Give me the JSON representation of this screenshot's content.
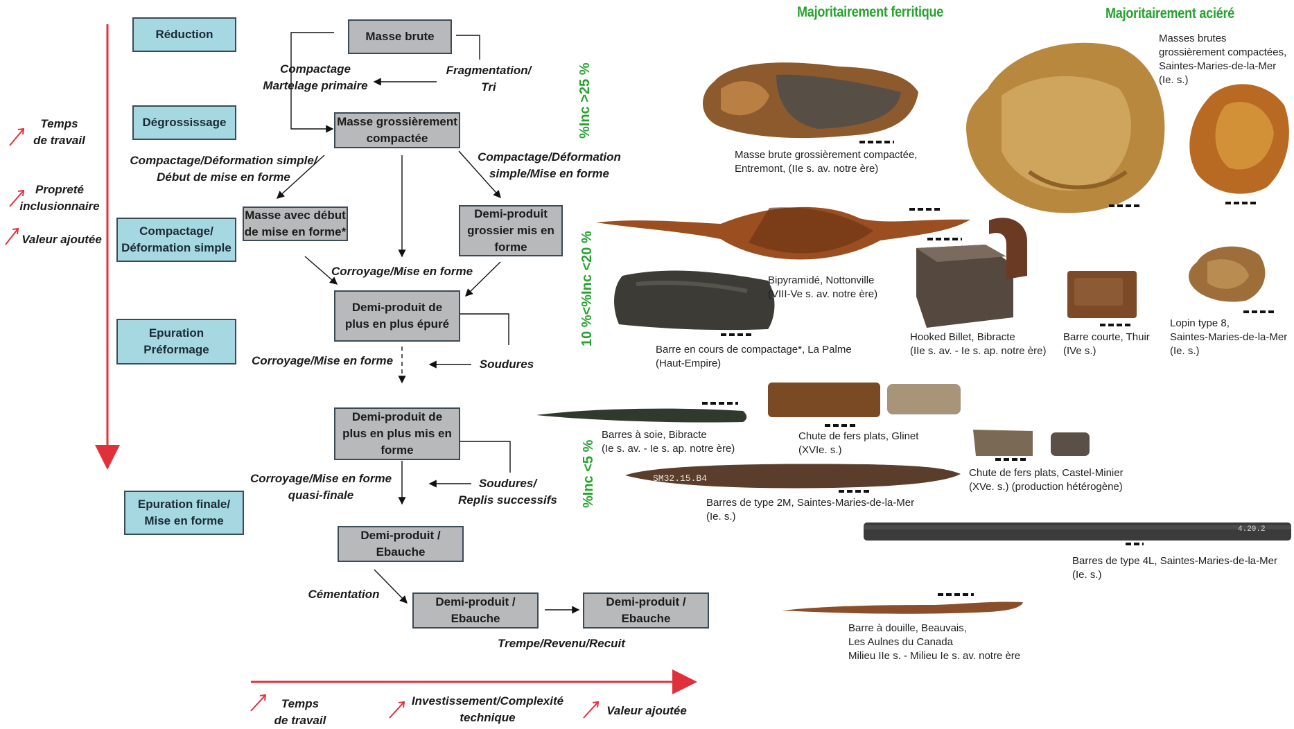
{
  "stages": {
    "reduction": "Réduction",
    "degrossissage": "Dégrossissage",
    "compactage": "Compactage/\nDéformation simple",
    "epuration": "Epuration\nPréformage",
    "epuration_finale": "Epuration finale/\nMise en forme"
  },
  "products": {
    "masse_brute": "Masse brute",
    "masse_grossierement": "Masse grossièrement\ncompactée",
    "masse_debut": "Masse avec début\nde mise en forme*",
    "demi_grossier": "Demi-produit\ngrossier mis en\nforme",
    "demi_epure": "Demi-produit de\nplus en plus épuré",
    "demi_mis_en_forme": "Demi-produit de\nplus en plus mis en\nforme",
    "ebauche_1": "Demi-produit /\nEbauche",
    "ebauche_2": "Demi-produit /\nEbauche",
    "ebauche_3": "Demi-produit /\nEbauche"
  },
  "operations": {
    "compactage_martelage": "Compactage\nMartelage primaire",
    "fragmentation": "Fragmentation/\nTri",
    "compactage_debut": "Compactage/Déformation simple/\nDébut de mise en forme",
    "compactage_simple": "Compactage/Déformation\nsimple/Mise en forme",
    "corroyage_1": "Corroyage/Mise en forme",
    "corroyage_2": "Corroyage/Mise en forme",
    "soudures": "Soudures",
    "corroyage_quasi": "Corroyage/Mise en forme\nquasi-finale",
    "soudures_replis": "Soudures/\nReplis successifs",
    "cementation": "Cémentation",
    "trempe": "Trempe/Revenu/Recuit"
  },
  "left_axis": {
    "temps": "Temps\nde travail",
    "proprete": "Propreté\ninclusionnaire",
    "valeur": "Valeur ajoutée"
  },
  "bottom_axis": {
    "temps": "Temps\nde travail",
    "investissement": "Investissement/Complexité\ntechnique",
    "valeur": "Valeur ajoutée"
  },
  "headings": {
    "ferritique": "Majoritairement ferritique",
    "acier": "Majoritairement aciéré"
  },
  "inclusion_labels": {
    "high": "%Inc >25 %",
    "mid": "10 %<%Inc <20 %",
    "low": "%Inc <5 %"
  },
  "captions": {
    "masse_brute_entremont": "Masse brute grossièrement compactée,\nEntremont, (IIe s. av. notre ère)",
    "masses_brutes_smm": "Masses brutes\ngrossièrement compactées,\nSaintes-Maries-de-la-Mer\n(Ie. s.)",
    "bipyramide": "Bipyramidé, Nottonville\n(VIII-Ve s. av. notre ère)",
    "barre_compactage": "Barre en cours de compactage*, La Palme\n(Haut-Empire)",
    "hooked_billet": "Hooked Billet, Bibracte\n(IIe s. av. - Ie s. ap. notre ère)",
    "barre_courte": "Barre courte, Thuir\n(IVe s.)",
    "lopin": "Lopin type 8,\nSaintes-Maries-de-la-Mer\n(Ie. s.)",
    "barres_soie": "Barres à soie, Bibracte\n(Ie s. av. - Ie s. ap. notre ère)",
    "chute_glinet": "Chute de fers plats, Glinet\n(XVIe. s.)",
    "chute_castel": "Chute de fers plats, Castel-Minier\n(XVe. s.)   (production hétérogène)",
    "barres_2m": "Barres de type 2M, Saintes-Maries-de-la-Mer\n(Ie. s.)",
    "barres_4l": "Barres de type 4L, Saintes-Maries-de-la-Mer\n(Ie. s.)",
    "barre_douille": "Barre à douille, Beauvais,\nLes Aulnes du Canada\nMilieu IIe s. - Milieu Ie s. av. notre ère"
  },
  "artifact_labels": {
    "sm_2m": "SM32.15.B4",
    "sm_4l": "4.20.2"
  },
  "colors": {
    "stage_fill": "#a6d8e2",
    "product_fill": "#b7b9ba",
    "axis_red": "#e0303b",
    "heading_green": "#27a12f"
  }
}
